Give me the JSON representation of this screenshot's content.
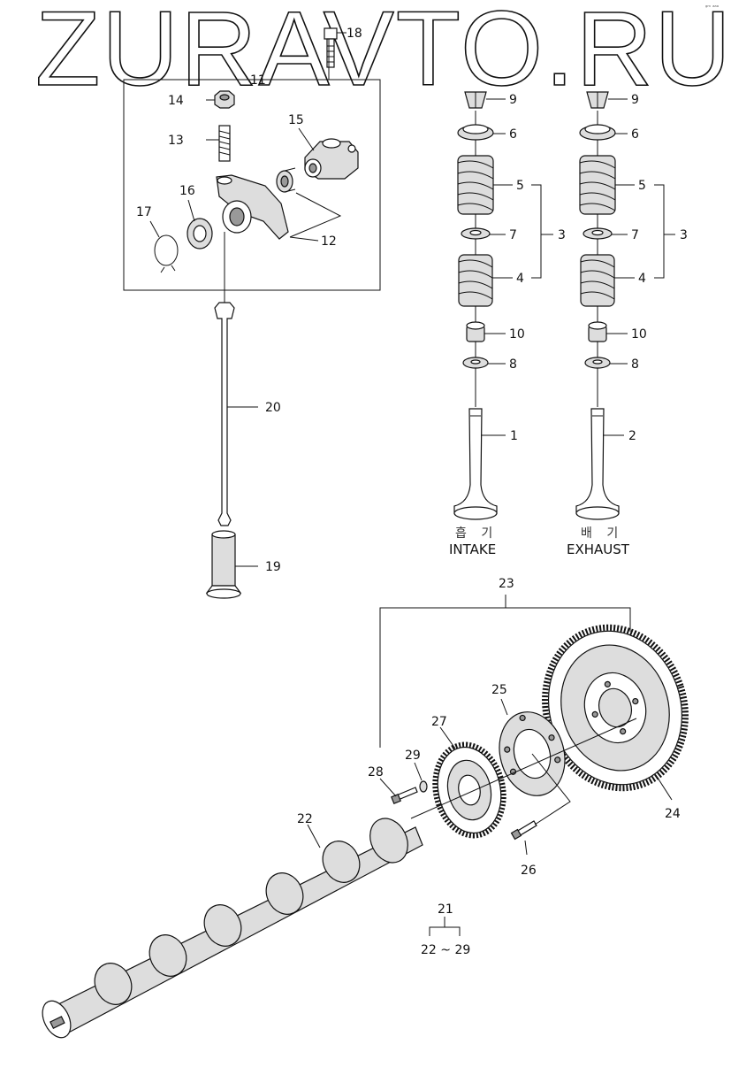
{
  "watermark": "ZURAVTO.RU",
  "corner_mark": "ᵍᵐ ᵃᵃᵃ",
  "captions": {
    "intake_korean": "흡 기",
    "intake": "INTAKE",
    "exhaust_korean": "배 기",
    "exhaust": "EXHAUST"
  },
  "callouts": {
    "c1": "1",
    "c2": "2",
    "c3a": "3",
    "c3b": "3",
    "c4a": "4",
    "c4b": "4",
    "c5a": "5",
    "c5b": "5",
    "c6a": "6",
    "c6b": "6",
    "c7a": "7",
    "c7b": "7",
    "c8a": "8",
    "c8b": "8",
    "c9a": "9",
    "c9b": "9",
    "c10a": "10",
    "c10b": "10",
    "c11": "11",
    "c12": "12",
    "c13": "13",
    "c14": "14",
    "c15": "15",
    "c16": "16",
    "c17": "17",
    "c18": "18",
    "c19": "19",
    "c20": "20",
    "c21": "21",
    "c21range": "22 ~ 29",
    "c22": "22",
    "c23": "23",
    "c24": "24",
    "c25": "25",
    "c26": "26",
    "c27": "27",
    "c28": "28",
    "c29": "29"
  }
}
